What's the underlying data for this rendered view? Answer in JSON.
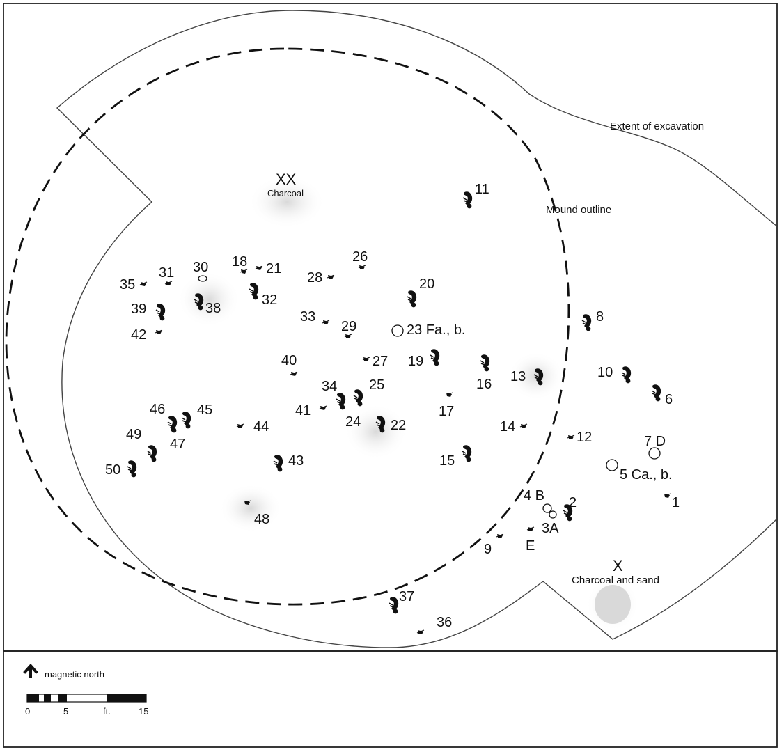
{
  "labels": {
    "extent": "Extent of excavation",
    "mound": "Mound outline",
    "xx_mark": "XX",
    "xx_note": "Charcoal",
    "x_mark": "X",
    "x_note": "Charcoal and sand"
  },
  "legend": {
    "north": "magnetic north",
    "scale_ticks": [
      "0",
      "5",
      "ft.",
      "15"
    ]
  },
  "features": {
    "f1": "1",
    "f2": "2",
    "f3a": "3A",
    "f4b": "4 B",
    "f5": "5 Ca., b.",
    "f6": "6",
    "f7": "7 D",
    "f8": "8",
    "f9": "9",
    "f10": "10",
    "f11": "11",
    "f12": "12",
    "f13": "13",
    "f14": "14",
    "f15": "15",
    "f16": "16",
    "f17": "17",
    "f18": "18",
    "f19": "19",
    "f20": "20",
    "f21": "21",
    "f22": "22",
    "f23": "23 Fa., b.",
    "f24": "24",
    "f25": "25",
    "f26": "26",
    "f27": "27",
    "f28": "28",
    "f29": "29",
    "f30": "30",
    "f31": "31",
    "f32": "32",
    "f33": "33",
    "f34": "34",
    "f35": "35",
    "f36": "36",
    "f37": "37",
    "f38": "38",
    "f39": "39",
    "f40": "40",
    "f41": "41",
    "f42": "42",
    "f43": "43",
    "f44": "44",
    "f45": "45",
    "f46": "46",
    "f47": "47",
    "f48": "48",
    "f49": "49",
    "f50": "50",
    "fe": "E"
  }
}
